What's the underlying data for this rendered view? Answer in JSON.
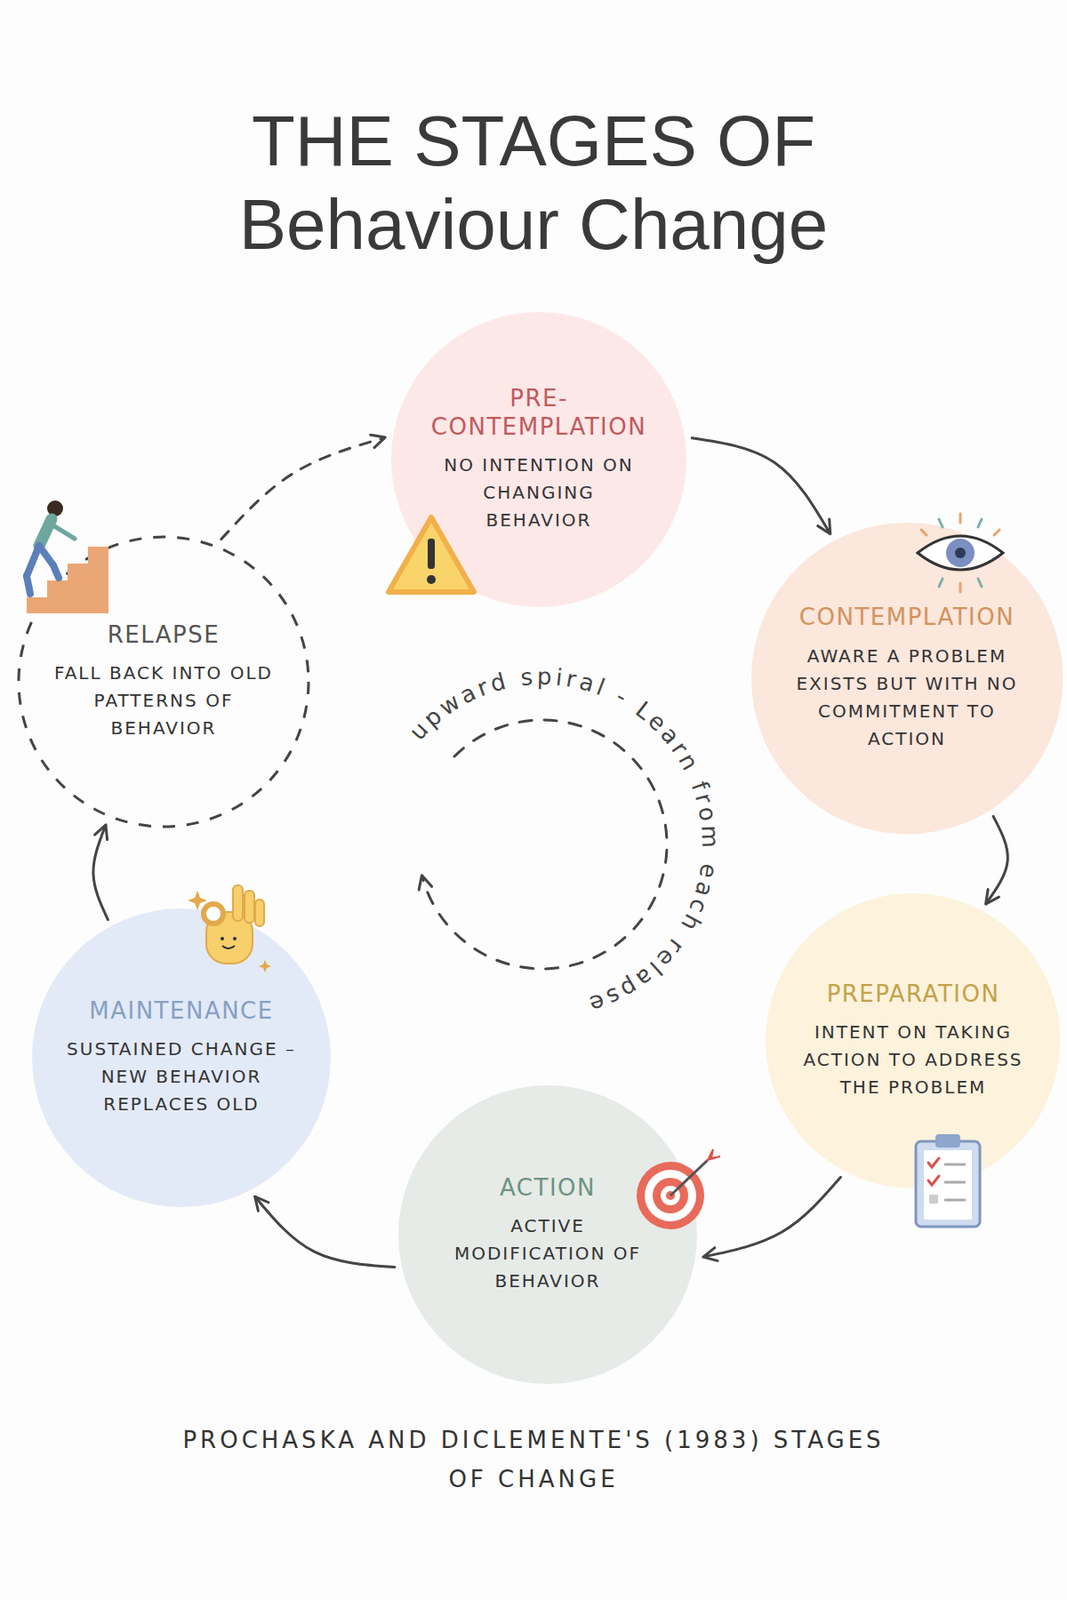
{
  "diagram": {
    "title": "THE STAGES OF Behaviour Change",
    "caption": "PROCHASKA AND DICLEMENTE'S (1983) STAGES OF CHANGE",
    "nodes": [
      {
        "text": [
          "PRE- CONTEMPLATION",
          "NO INTENTION ON CHANGING BEHAVIOR"
        ]
      },
      {
        "text": [
          "CONTEMPLATION",
          "AWARE A PROBLEM EXISTS BUT WITH NO COMMITMENT TO ACTION"
        ]
      },
      {
        "text": [
          "PREPARATION",
          "INTENT ON TAKING ACTION TO ADDRESS THE PROBLEM"
        ]
      },
      {
        "text": [
          "ACTION",
          "ACTIVE MODIFICATION OF BEHAVIOR"
        ]
      },
      {
        "text": [
          "MAINTENANCE",
          "SUSTAINED CHANGE – NEW BEHAVIOR REPLACES OLD"
        ]
      },
      {
        "text": [
          "RELAPSE",
          "FALL BACK INTO OLD PATTERNS OF BEHAVIOR"
        ]
      }
    ],
    "edges": [
      {
        "from": 0,
        "to": 1,
        "arrow": "to"
      },
      {
        "from": 1,
        "to": 2,
        "arrow": "to"
      },
      {
        "from": 2,
        "to": 3,
        "arrow": "to"
      },
      {
        "from": 3,
        "to": 4,
        "arrow": "to"
      },
      {
        "from": 4,
        "to": 5,
        "arrow": "to"
      },
      {
        "from": 5,
        "to": 0,
        "arrow": "to"
      }
    ],
    "labels": [
      "upward spiral - Learn from each relapse"
    ]
  }
}
